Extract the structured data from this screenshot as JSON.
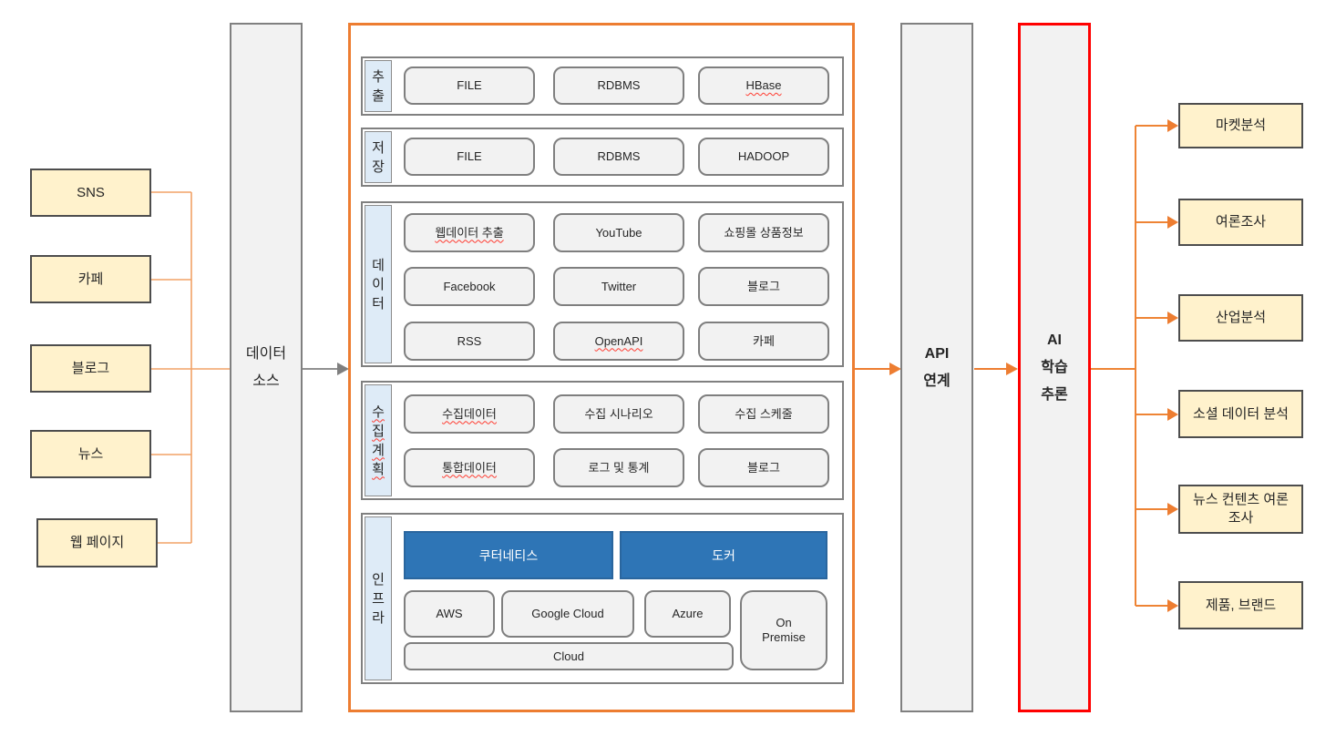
{
  "colors": {
    "accent_orange": "#ED7D31",
    "connector_left_orange": "#F2A266",
    "connector_gray": "#808080",
    "source_box_fill": "#FFF2CC",
    "source_box_border": "#4D4D4D",
    "label_strip_fill": "#DEEBF7",
    "platform_box_fill": "#2E75B6",
    "ai_box_border": "#FF0000",
    "panel_fill": "#F2F2F2",
    "panel_border": "#808080"
  },
  "sources": [
    "SNS",
    "카페",
    "블로그",
    "뉴스",
    "웹 페이지"
  ],
  "data_source_box": {
    "line1": "데이터",
    "line2": "소스"
  },
  "collector": {
    "rows": [
      {
        "name": "추출",
        "label_chars": [
          "추",
          "출"
        ],
        "items": [
          "FILE",
          "RDBMS",
          "HBase"
        ]
      },
      {
        "name": "저장",
        "label_chars": [
          "저",
          "장"
        ],
        "items": [
          "FILE",
          "RDBMS",
          "HADOOP"
        ]
      },
      {
        "name": "데이터",
        "label_chars": [
          "데",
          "이",
          "터"
        ],
        "items": [
          "웹데이터 추출",
          "YouTube",
          "쇼핑몰 상품정보",
          "Facebook",
          "Twitter",
          "블로그",
          "RSS",
          "OpenAPI",
          "카페"
        ]
      },
      {
        "name": "수집계획",
        "label_chars": [
          "수",
          "집",
          "계",
          "획"
        ],
        "items": [
          "수집데이터",
          "수집 시나리오",
          "수집 스케줄",
          "통합데이터",
          "로그 및 통계",
          "블로그"
        ]
      },
      {
        "name": "인프라",
        "label_chars": [
          "인",
          "프",
          "라"
        ],
        "platforms": [
          "쿠터네티스",
          "도커"
        ],
        "clouds": [
          "AWS",
          "Google Cloud",
          "Azure"
        ],
        "on_premise": "On Premise",
        "cloud_bar": "Cloud"
      }
    ]
  },
  "api_box": {
    "line1": "API",
    "line2": "연계"
  },
  "ai_box": {
    "line1": "AI",
    "line2": "학습",
    "line3": "추론"
  },
  "outputs": [
    "마켓분석",
    "여론조사",
    "산업분석",
    "소셜 데이터 분석",
    "뉴스 컨텐츠 여론조사",
    "제품, 브랜드"
  ]
}
